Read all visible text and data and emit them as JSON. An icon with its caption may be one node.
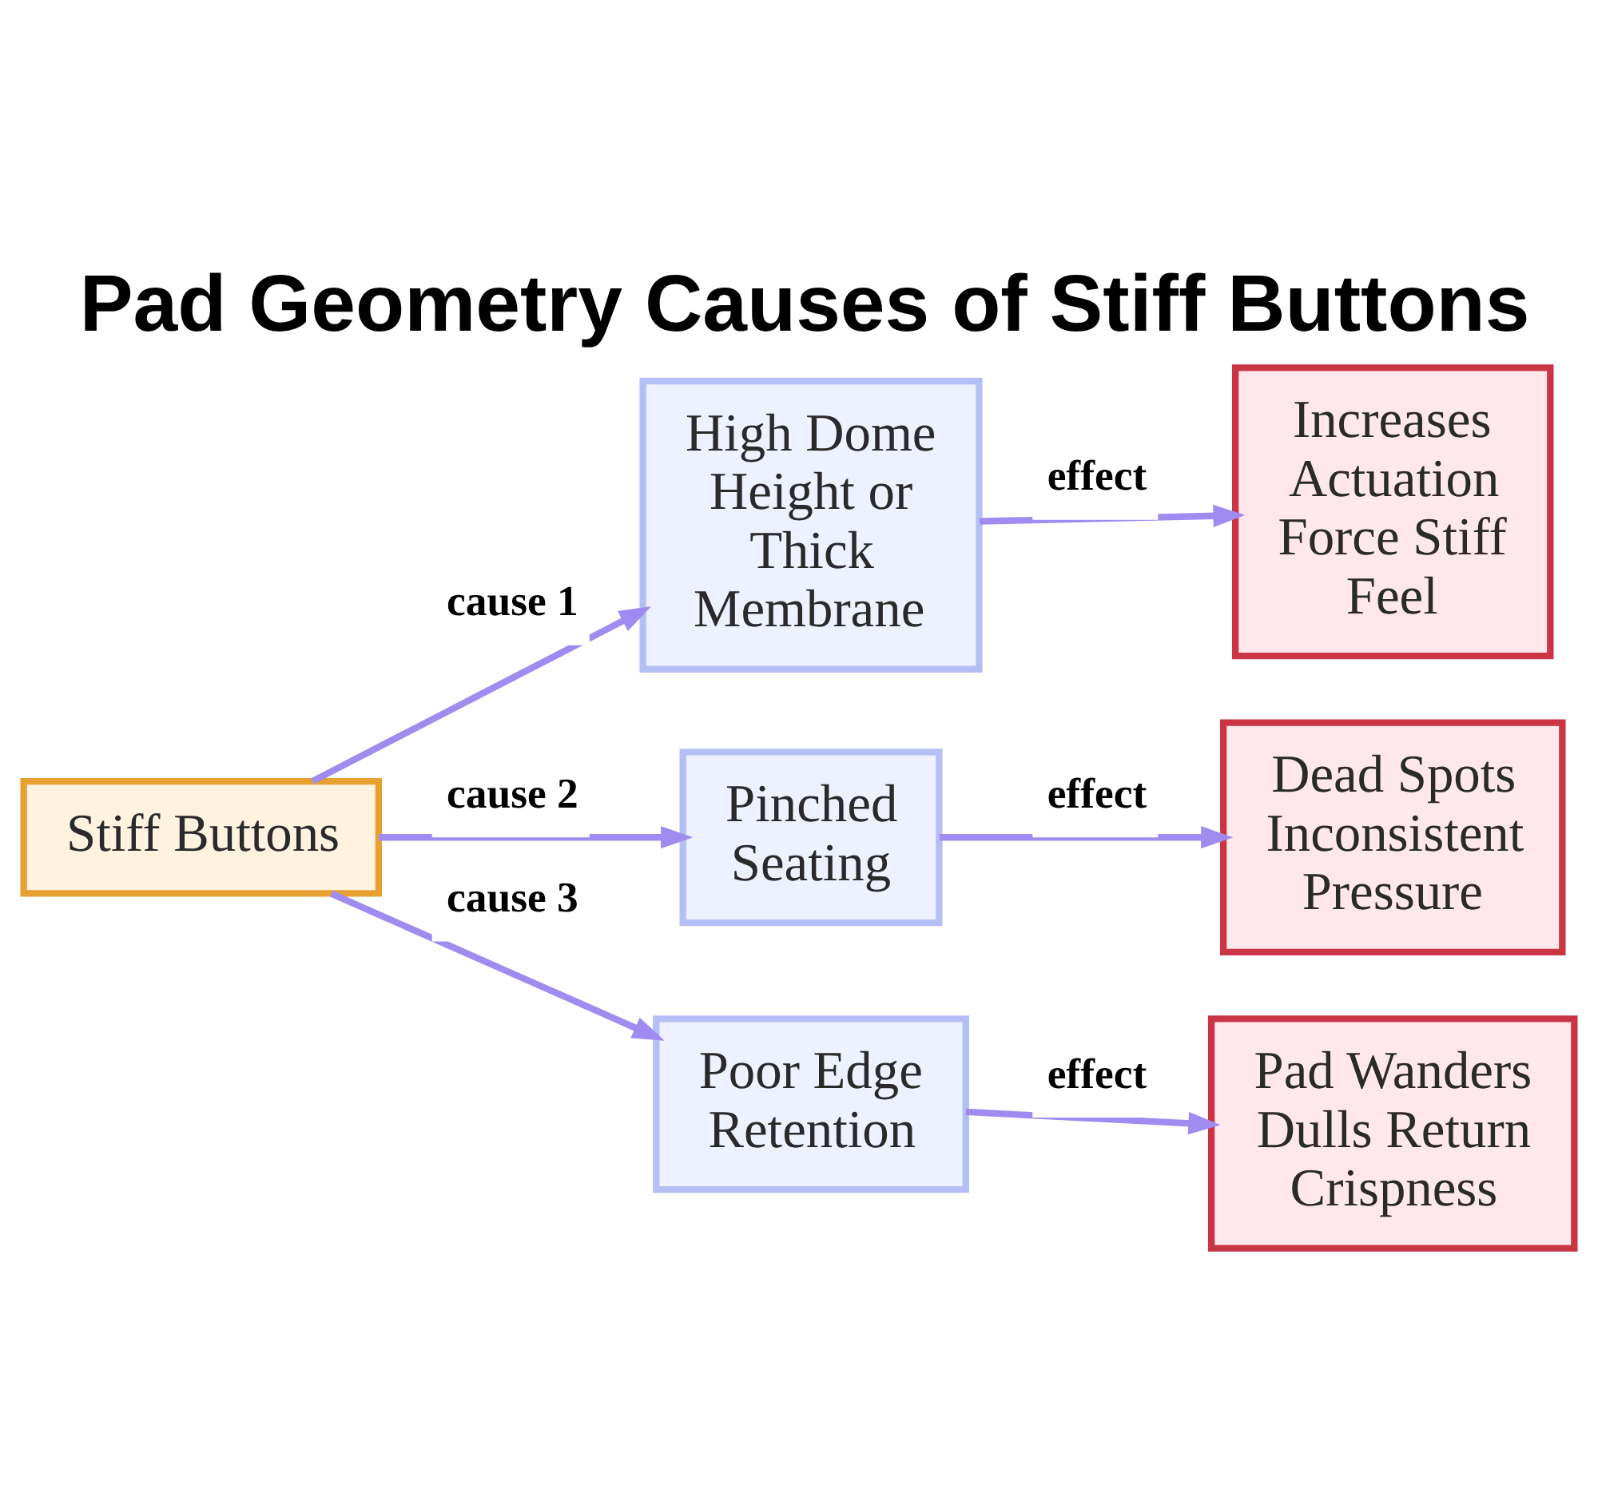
{
  "diagram": {
    "title": "Pad Geometry Causes of Stiff Buttons",
    "nodes": [
      {
        "text": [
          "Stiff Buttons"
        ]
      },
      {
        "text": [
          "High Dome Height or Thick Membrane"
        ]
      },
      {
        "text": [
          "Increases Actuation Force Stiff Feel"
        ]
      },
      {
        "text": [
          "Pinched Seating"
        ]
      },
      {
        "text": [
          "Dead Spots Inconsistent Pressure"
        ]
      },
      {
        "text": [
          "Poor Edge Retention"
        ]
      },
      {
        "text": [
          "Pad Wanders Dulls Return Crispness"
        ]
      }
    ],
    "edges": [
      {
        "from": 0,
        "to": 1,
        "arrow": "to",
        "label": "cause 1"
      },
      {
        "from": 1,
        "to": 2,
        "arrow": "to",
        "label": "effect"
      },
      {
        "from": 0,
        "to": 3,
        "arrow": "to",
        "label": "cause 2"
      },
      {
        "from": 3,
        "to": 4,
        "arrow": "to",
        "label": "effect"
      },
      {
        "from": 0,
        "to": 5,
        "arrow": "to",
        "label": "cause 3"
      },
      {
        "from": 5,
        "to": 6,
        "arrow": "to",
        "label": "effect"
      }
    ]
  }
}
